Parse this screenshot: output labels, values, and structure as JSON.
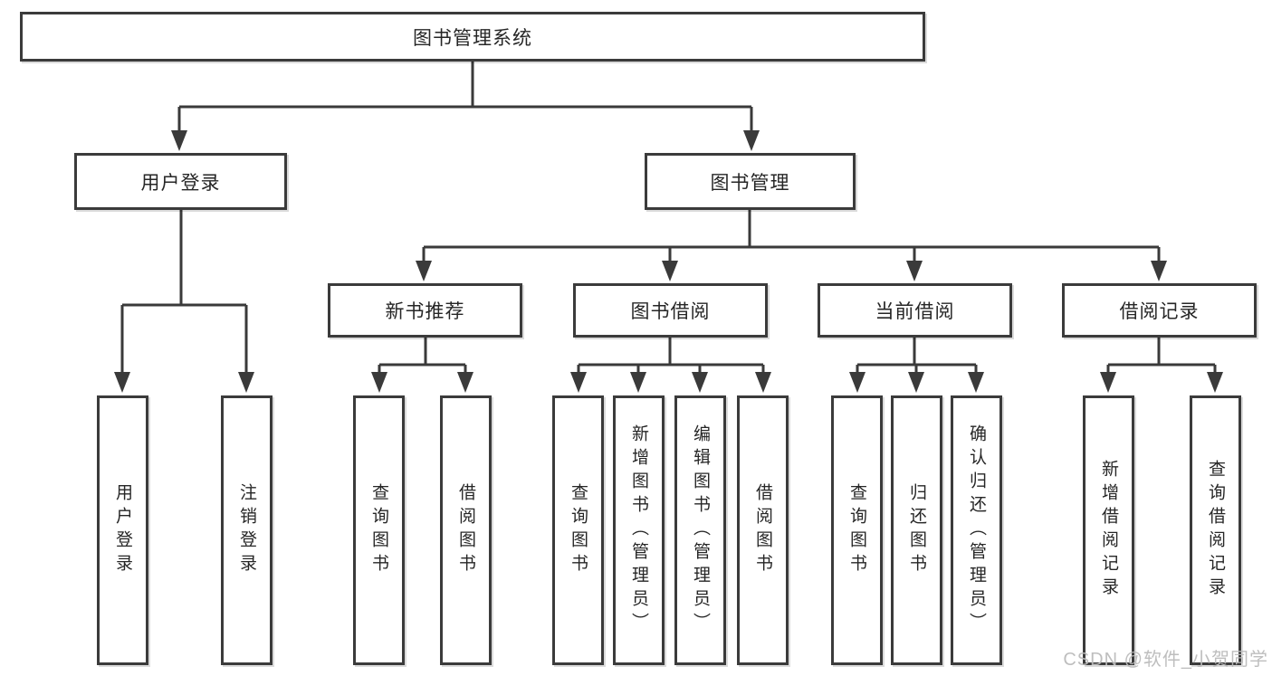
{
  "diagram": {
    "root": {
      "label": "图书管理系统"
    },
    "branches": [
      {
        "label": "用户登录",
        "children": [
          "用户登录",
          "注销登录"
        ]
      },
      {
        "label": "图书管理",
        "children": [
          {
            "label": "新书推荐",
            "children": [
              "查询图书",
              "借阅图书"
            ]
          },
          {
            "label": "图书借阅",
            "children": [
              "查询图书",
              "新增图书（管理员）",
              "编辑图书（管理员）",
              "借阅图书"
            ]
          },
          {
            "label": "当前借阅",
            "children": [
              "查询图书",
              "归还图书",
              "确认归还（管理员）"
            ]
          },
          {
            "label": "借阅记录",
            "children": [
              "新增借阅记录",
              "查询借阅记录"
            ]
          }
        ]
      }
    ]
  },
  "watermark": {
    "text": "CSDN @软件_小贺同学",
    "color": "#bababa"
  },
  "colors": {
    "line": "#3a3a3a",
    "border": "#3b3b3b",
    "text": "#262626",
    "background": "#ffffff"
  }
}
